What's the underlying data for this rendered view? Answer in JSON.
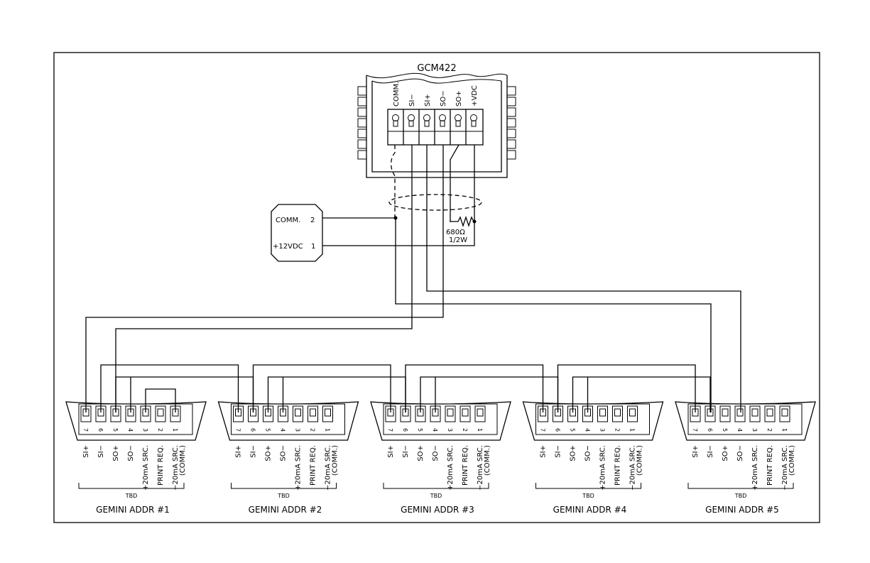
{
  "module": {
    "title": "GCM422",
    "terminals": [
      "COMM.",
      "SI−",
      "SI+",
      "SO−",
      "SO+",
      "+VDC"
    ]
  },
  "power_supply": {
    "comm_label": "COMM.",
    "comm_pin": "2",
    "vdc_label": "+12VDC",
    "vdc_pin": "1"
  },
  "resistor": {
    "value": "680Ω",
    "rating": "1/2W"
  },
  "devices": [
    {
      "title": "GEMINI  ADDR  #1",
      "bracket": "TBD"
    },
    {
      "title": "GEMINI  ADDR  #2",
      "bracket": "TBD"
    },
    {
      "title": "GEMINI  ADDR  #3",
      "bracket": "TBD"
    },
    {
      "title": "GEMINI  ADDR  #4",
      "bracket": "TBD"
    },
    {
      "title": "GEMINI  ADDR  #5",
      "bracket": "TBD"
    }
  ],
  "device_terminals": {
    "pins": [
      "7",
      "6",
      "5",
      "4",
      "3",
      "2",
      "1"
    ],
    "labels": [
      [
        "SI+"
      ],
      [
        "SI−"
      ],
      [
        "SO+"
      ],
      [
        "SO−"
      ],
      [
        "+20mA SRC."
      ],
      [
        "PRINT REQ."
      ],
      [
        "−20mA SRC.",
        "(COMM.)"
      ]
    ]
  }
}
